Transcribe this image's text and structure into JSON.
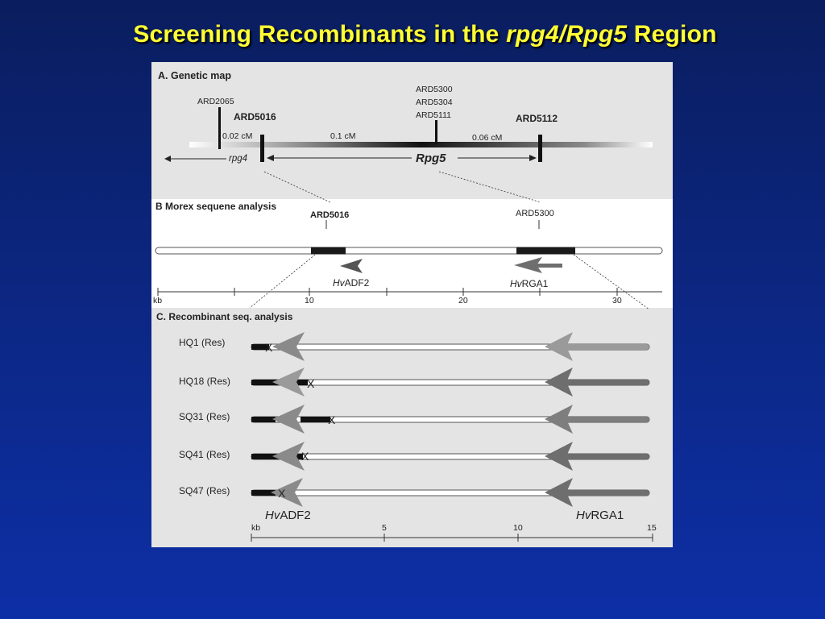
{
  "slide": {
    "title_pre": "Screening Recombinants in the ",
    "title_italic": "rpg4/Rpg5",
    "title_post": " Region"
  },
  "panel_a": {
    "heading": "A.  Genetic map",
    "markers": {
      "ard2065": "ARD2065",
      "ard5016": "ARD5016",
      "ard5300": "ARD5300",
      "ard5304": "ARD5304",
      "ard5111": "ARD5111",
      "ard5112": "ARD5112"
    },
    "distances": [
      "0.02 cM",
      "0.1 cM",
      "0.06 cM"
    ],
    "loci": {
      "rpg4": "rpg4",
      "rpg5": "Rpg5"
    }
  },
  "panel_b": {
    "heading": "B Morex sequene analysis",
    "markers": {
      "left": "ARD5016",
      "right": "ARD5300"
    },
    "genes": [
      {
        "prefix": "Hv",
        "name": "ADF2"
      },
      {
        "prefix": "Hv",
        "name": "RGA1"
      }
    ],
    "axis": {
      "unit": "kb",
      "ticks": [
        "10",
        "20",
        "30"
      ]
    }
  },
  "panel_c": {
    "heading": "C. Recombinant seq. analysis",
    "rows": [
      {
        "label": "HQ1 (Res)"
      },
      {
        "label": "HQ18 (Res)"
      },
      {
        "label": "SQ31 (Res)"
      },
      {
        "label": "SQ41 (Res)"
      },
      {
        "label": "SQ47 (Res)"
      }
    ],
    "crossover_symbol": "X",
    "genes": [
      {
        "prefix": "Hv",
        "name": "ADF2"
      },
      {
        "prefix": "Hv",
        "name": "RGA1"
      }
    ],
    "axis": {
      "unit": "kb",
      "ticks": [
        "5",
        "10",
        "15"
      ]
    }
  },
  "colors": {
    "title": "#ffff33",
    "panel_grey": "#e4e4e4",
    "arrow_light": "#9a9a9a",
    "arrow_dark": "#6e6e6e"
  }
}
